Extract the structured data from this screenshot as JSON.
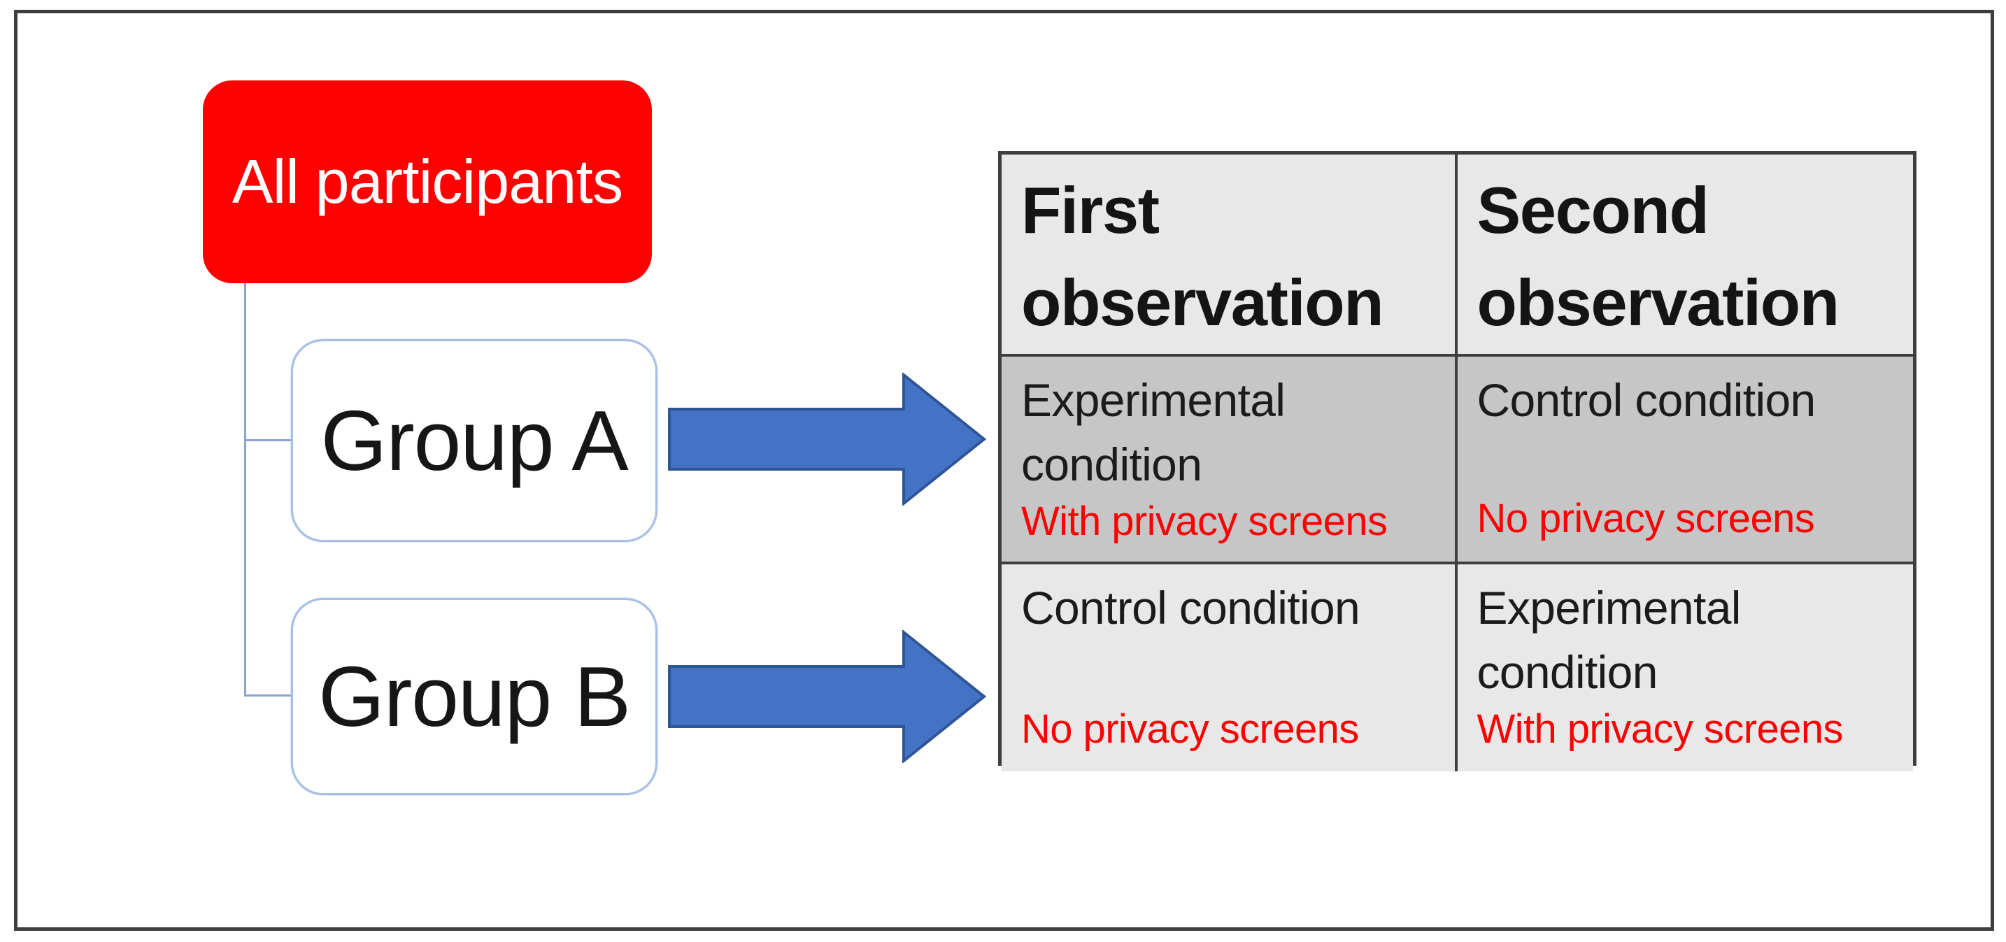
{
  "diagram": {
    "root": {
      "label": "All participants"
    },
    "groups": [
      {
        "label": "Group A"
      },
      {
        "label": "Group B"
      }
    ]
  },
  "arrows": [
    {
      "name": "arrow-group-a-to-row-1"
    },
    {
      "name": "arrow-group-b-to-row-2"
    }
  ],
  "table": {
    "headers": [
      "First observation",
      "Second observation"
    ],
    "rows": [
      {
        "cells": [
          {
            "main": "Experimental condition",
            "sub": "With privacy screens"
          },
          {
            "main": "Control condition",
            "sub": "No privacy screens"
          }
        ]
      },
      {
        "cells": [
          {
            "main": "Control condition",
            "sub": "No privacy screens"
          },
          {
            "main": "Experimental condition",
            "sub": "With privacy screens"
          }
        ]
      }
    ]
  },
  "colors": {
    "red_box": "#FE0101",
    "arrow_fill": "#4472C4",
    "arrow_stroke": "#2E5596",
    "connector": "#8DA2CE",
    "group_border": "#A6BFE4",
    "header_bg": "#E9E8E8",
    "row_alt_bg": "#C7C6C6",
    "table_border": "#3E3E3E",
    "subtext_red": "#FB0101",
    "frame_border": "#3E3E3E"
  }
}
